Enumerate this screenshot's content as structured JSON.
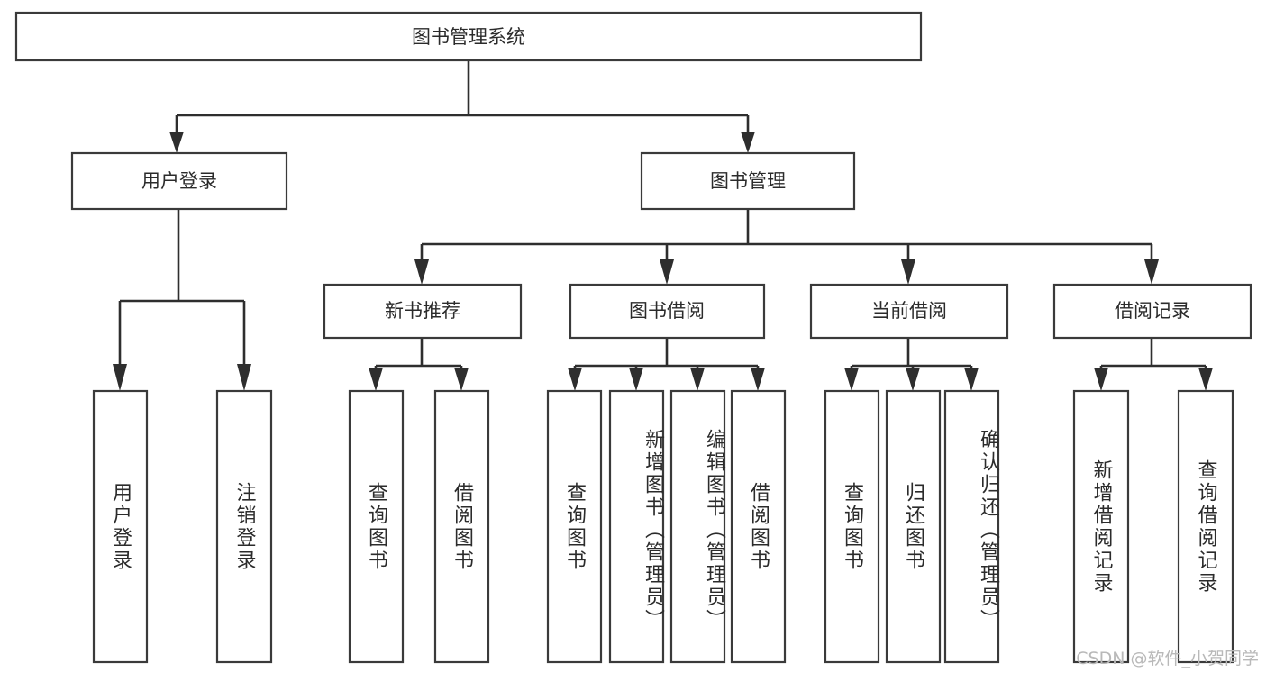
{
  "diagram": {
    "title_node": {
      "label": "图书管理系统"
    },
    "level2": [
      {
        "id": "user-login",
        "label": "用户登录"
      },
      {
        "id": "book-manage",
        "label": "图书管理"
      }
    ],
    "level3": [
      {
        "id": "new-book-recommend",
        "label": "新书推荐"
      },
      {
        "id": "book-borrow",
        "label": "图书借阅"
      },
      {
        "id": "current-borrow",
        "label": "当前借阅"
      },
      {
        "id": "borrow-record",
        "label": "借阅记录"
      }
    ],
    "leaves": {
      "user_login": [
        {
          "id": "leaf-user-login",
          "label": "用户登录"
        },
        {
          "id": "leaf-logout-login",
          "label": "注销登录"
        }
      ],
      "new_book_recommend": [
        {
          "id": "leaf-query-book-1",
          "label": "查询图书"
        },
        {
          "id": "leaf-borrow-book-1",
          "label": "借阅图书"
        }
      ],
      "book_borrow": [
        {
          "id": "leaf-query-book-2",
          "label": "查询图书"
        },
        {
          "id": "leaf-add-book",
          "label": "新增图书（管理员）"
        },
        {
          "id": "leaf-edit-book",
          "label": "编辑图书（管理员）"
        },
        {
          "id": "leaf-borrow-book-2",
          "label": "借阅图书"
        }
      ],
      "current_borrow": [
        {
          "id": "leaf-query-book-3",
          "label": "查询图书"
        },
        {
          "id": "leaf-return-book",
          "label": "归还图书"
        },
        {
          "id": "leaf-confirm-return",
          "label": "确认归还（管理员）"
        }
      ],
      "borrow_record": [
        {
          "id": "leaf-add-record",
          "label": "新增借阅记录"
        },
        {
          "id": "leaf-query-record",
          "label": "查询借阅记录"
        }
      ]
    },
    "watermark": "CSDN @软件_小贺同学",
    "colors": {
      "box_stroke": "#3a3a3a",
      "connector": "#2e2e2e",
      "text": "#2b2b2b",
      "background": "#ffffff",
      "watermark_text": "#b9b9b9"
    }
  }
}
